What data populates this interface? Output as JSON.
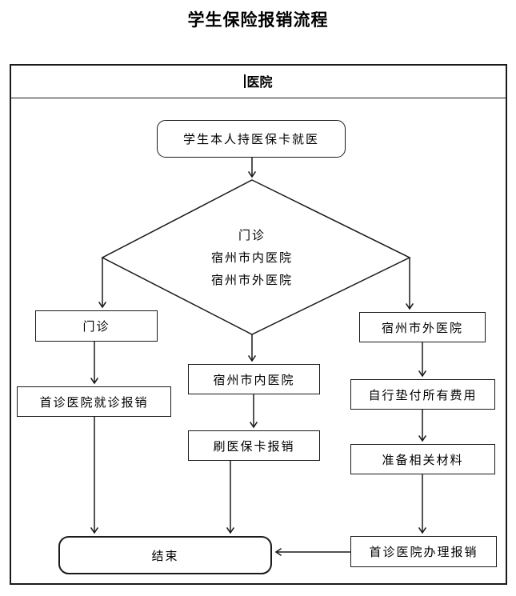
{
  "title": "学生保险报销流程",
  "header": {
    "label": "医院"
  },
  "nodes": {
    "start": {
      "label": "学生本人持医保卡就医"
    },
    "decision": {
      "lines": [
        "门诊",
        "宿州市内医院",
        "宿州市外医院"
      ]
    },
    "outpatient": {
      "label": "门诊"
    },
    "first_visit_reimburse": {
      "label": "首诊医院就诊报销"
    },
    "in_city_hospital": {
      "label": "宿州市内医院"
    },
    "swipe_card": {
      "label": "刷医保卡报销"
    },
    "out_city_hospital": {
      "label": "宿州市外医院"
    },
    "self_pay": {
      "label": "自行垫付所有费用"
    },
    "prepare_materials": {
      "label": "准备相关材料"
    },
    "process_reimburse": {
      "label": "首诊医院办理报销"
    },
    "end": {
      "label": "结束"
    }
  },
  "colors": {
    "line": "#1a1a1a",
    "background": "#ffffff",
    "text": "#000000"
  }
}
